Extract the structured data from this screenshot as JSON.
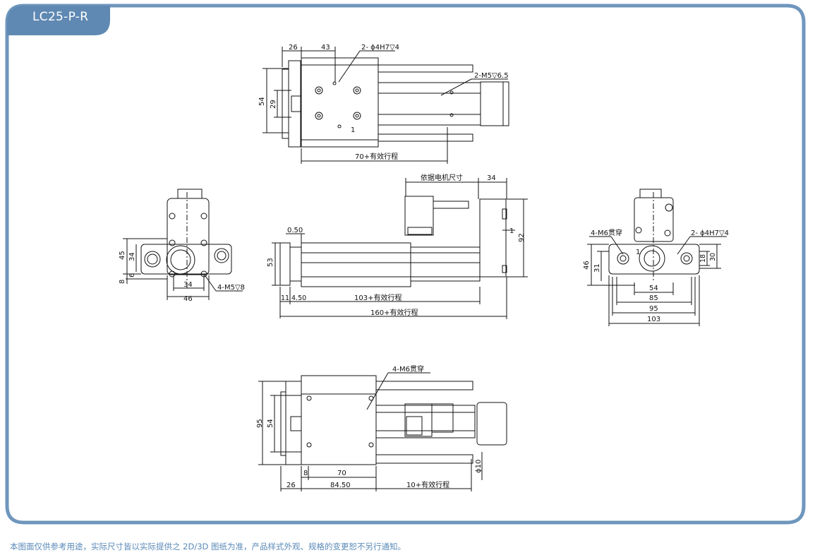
{
  "model": "LC25-P-R",
  "colors": {
    "frame": "#6f96bd",
    "tab": "#5f89b3",
    "line": "#111111",
    "footer": "#5a8ab8"
  },
  "views": {
    "top": {
      "d26": "26",
      "d43": "43",
      "hole_note": "2- ϕ4H7▽4",
      "screw_note": "2-M5▽6.5",
      "d54": "54",
      "d29": "29",
      "d1": "1",
      "stroke": "70+有效行程"
    },
    "end_left": {
      "d45": "45",
      "d34v": "34",
      "d6": "6",
      "d8": "8",
      "d34": "34",
      "d46": "46",
      "screw_note": "4-M5▽8"
    },
    "side": {
      "motor_note": "依据电机尺寸",
      "d34": "34",
      "d92": "92",
      "d1": "1",
      "d050": "0.50",
      "d53": "53",
      "d11": "11",
      "d450": "4.50",
      "stroke103": "103+有效行程",
      "stroke160": "160+有效行程"
    },
    "end_right": {
      "thru_note": "4-M6贯穿",
      "hole_note": "2- ϕ4H7▽4",
      "d1": "1",
      "d46": "46",
      "d31": "31",
      "d18": "18",
      "d30": "30",
      "d54": "54",
      "d85": "85",
      "d95": "95",
      "d103": "103"
    },
    "bottom": {
      "thru_note": "4-M6贯穿",
      "d95": "95",
      "d54": "54",
      "d8": "8",
      "d70": "70",
      "d26": "26",
      "d8450": "84.50",
      "stroke": "10+有效行程",
      "phi10": "ϕ10"
    }
  },
  "footer": "本图面仅供参考用途，实际尺寸皆以实际提供之 2D/3D 图纸为准，产品样式外观、规格的变更恕不另行通知。"
}
